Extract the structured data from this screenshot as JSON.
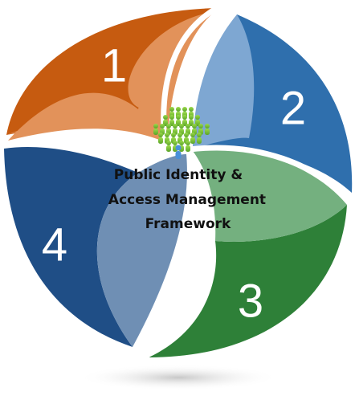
{
  "diagram": {
    "center": {
      "lines": [
        "Public Identity &",
        "Access Management",
        "Framework"
      ],
      "icon": "people-group-icon"
    },
    "segments": [
      {
        "label": "1",
        "color_dark": "#c65b10",
        "color_light": "#e2925a"
      },
      {
        "label": "2",
        "color_dark": "#2f6fad",
        "color_light": "#7ea7d2"
      },
      {
        "label": "3",
        "color_dark": "#2e8038",
        "color_light": "#74b07f"
      },
      {
        "label": "4",
        "color_dark": "#1f4e86",
        "color_light": "#6f8fb4"
      }
    ]
  }
}
